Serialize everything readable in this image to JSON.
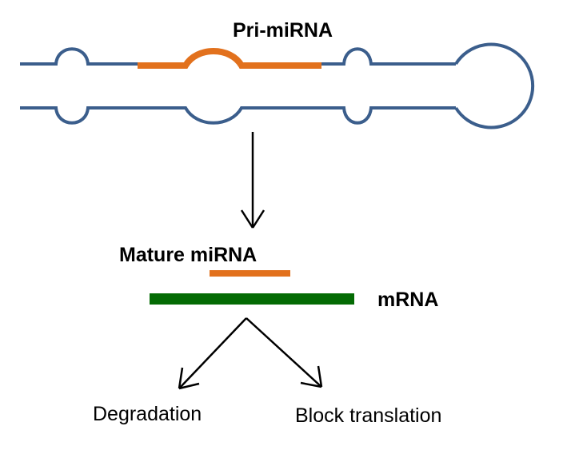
{
  "labels": {
    "pri_mirna": "Pri-miRNA",
    "mature_mirna": "Mature miRNA",
    "mrna": "mRNA",
    "degradation": "Degradation",
    "block_translation": "Block translation"
  },
  "colors": {
    "rna_strand": "#3b5e8c",
    "mirna": "#e2711d",
    "mrna": "#046b04",
    "arrow": "#000000"
  }
}
